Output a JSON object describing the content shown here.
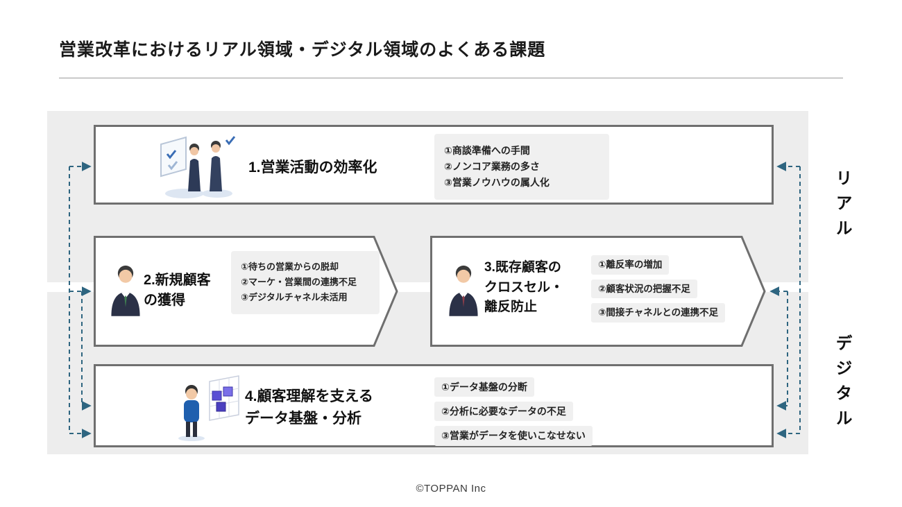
{
  "page": {
    "title": "営業改革におけるリアル領域・デジタル領域のよくある課題",
    "footer": "©TOPPAN Inc"
  },
  "side_labels": {
    "real": "リアル",
    "digital": "デジタル"
  },
  "boxes": {
    "box1": {
      "title": "1.営業活動の効率化",
      "items": [
        "①商談準備への手間",
        "②ノンコア業務の多さ",
        "③営業ノウハウの属人化"
      ]
    },
    "box2": {
      "title": "2.新規顧客\nの獲得",
      "items": [
        "①待ちの営業からの脱却",
        "②マーケ・営業間の連携不足",
        "③デジタルチャネル未活用"
      ]
    },
    "box3": {
      "title": "3.既存顧客の\nクロスセル・\n離反防止",
      "items": [
        "①離反率の増加",
        "②顧客状況の把握不足",
        "③間接チャネルとの連携不足"
      ]
    },
    "box4": {
      "title": "4.顧客理解を支える\nデータ基盤・分析",
      "items": [
        "①データ基盤の分断",
        "②分析に必要なデータの不足",
        "③営業がデータを使いこなせない"
      ]
    }
  },
  "colors": {
    "connector": "#2e6580",
    "box_border": "#6f6f6f",
    "panel_background": "#ededed",
    "item_background": "#f0f0f0"
  }
}
